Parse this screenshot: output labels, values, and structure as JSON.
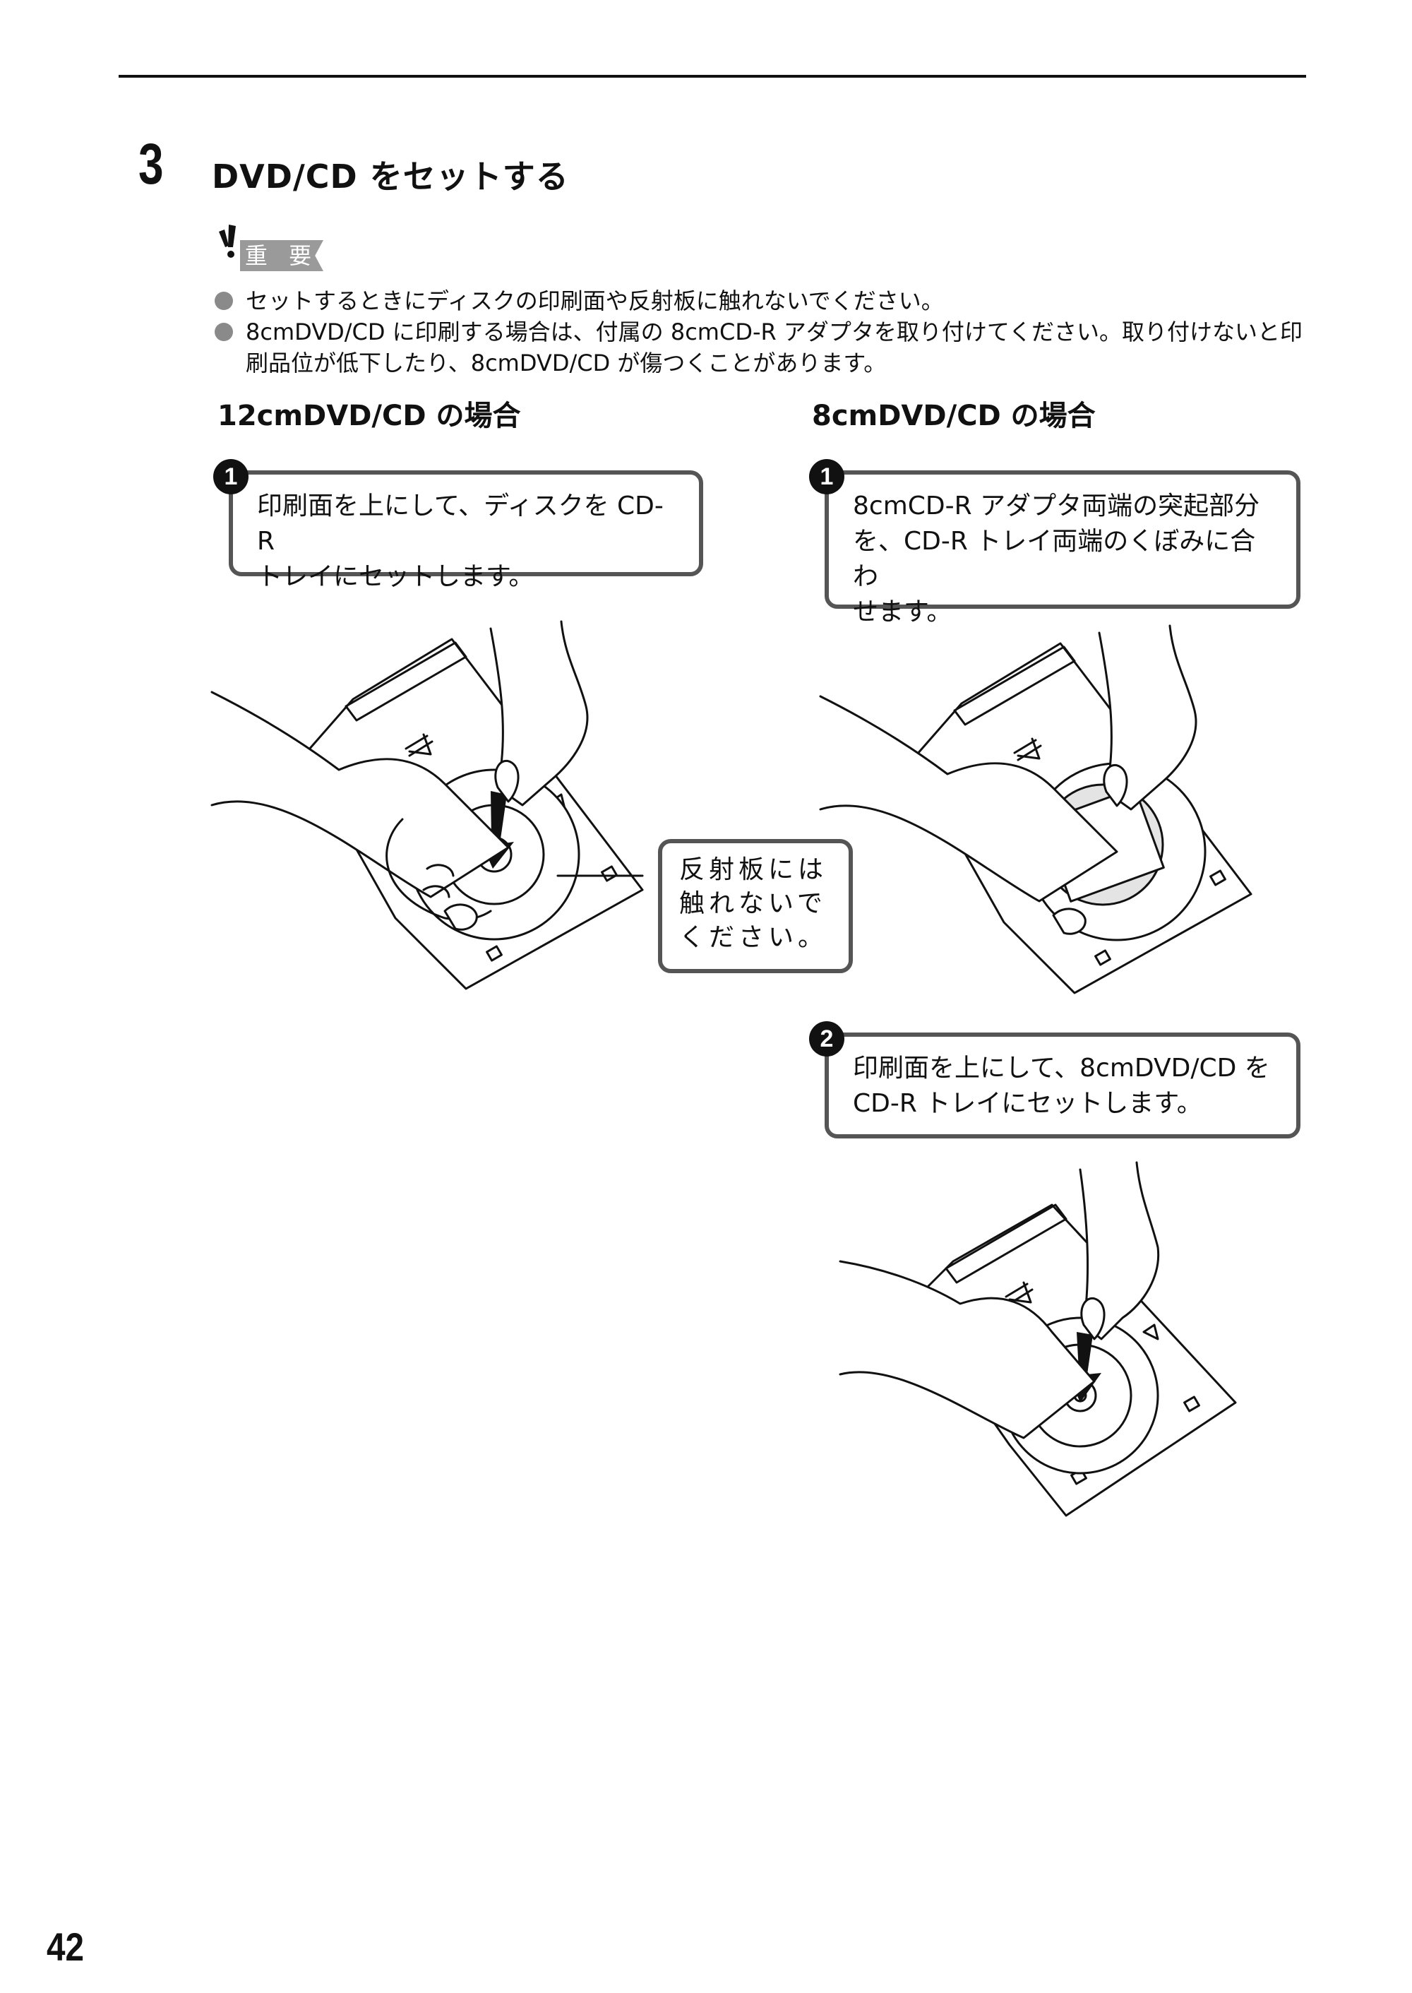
{
  "section": {
    "step_number": "3",
    "title": "DVD/CD をセットする"
  },
  "important": {
    "label": "重 要",
    "icon": "exclamation-icon",
    "notes": [
      "セットするときにディスクの印刷面や反射板に触れないでください。",
      "8cmDVD/CD に印刷する場合は、付属の 8cmCD-R アダプタを取り付けてください。取り付けないと印刷品位が低下したり、8cmDVD/CD が傷つくことがあります。"
    ]
  },
  "case_12cm": {
    "heading": "12cmDVD/CD の場合",
    "step1": {
      "number": "1",
      "line1": "印刷面を上にして、ディスクを CD-R",
      "line2": "トレイにセットします。"
    },
    "warning": {
      "line1": "反射板には",
      "line2": "触れないで",
      "line3": "ください。"
    }
  },
  "case_8cm": {
    "heading": "8cmDVD/CD の場合",
    "step1": {
      "number": "1",
      "line1": "8cmCD-R アダプタ両端の突起部分",
      "line2": "を、CD-R トレイ両端のくぼみに合わ",
      "line3": "せます。"
    },
    "step2": {
      "number": "2",
      "line1": "印刷面を上にして、8cmDVD/CD を",
      "line2": "CD-R トレイにセットします。"
    }
  },
  "page_number": "42",
  "colors": {
    "text": "#111111",
    "callout_border": "#555555",
    "badge_grey": "#9a9a9a",
    "bullet_grey": "#8a8a8a"
  }
}
